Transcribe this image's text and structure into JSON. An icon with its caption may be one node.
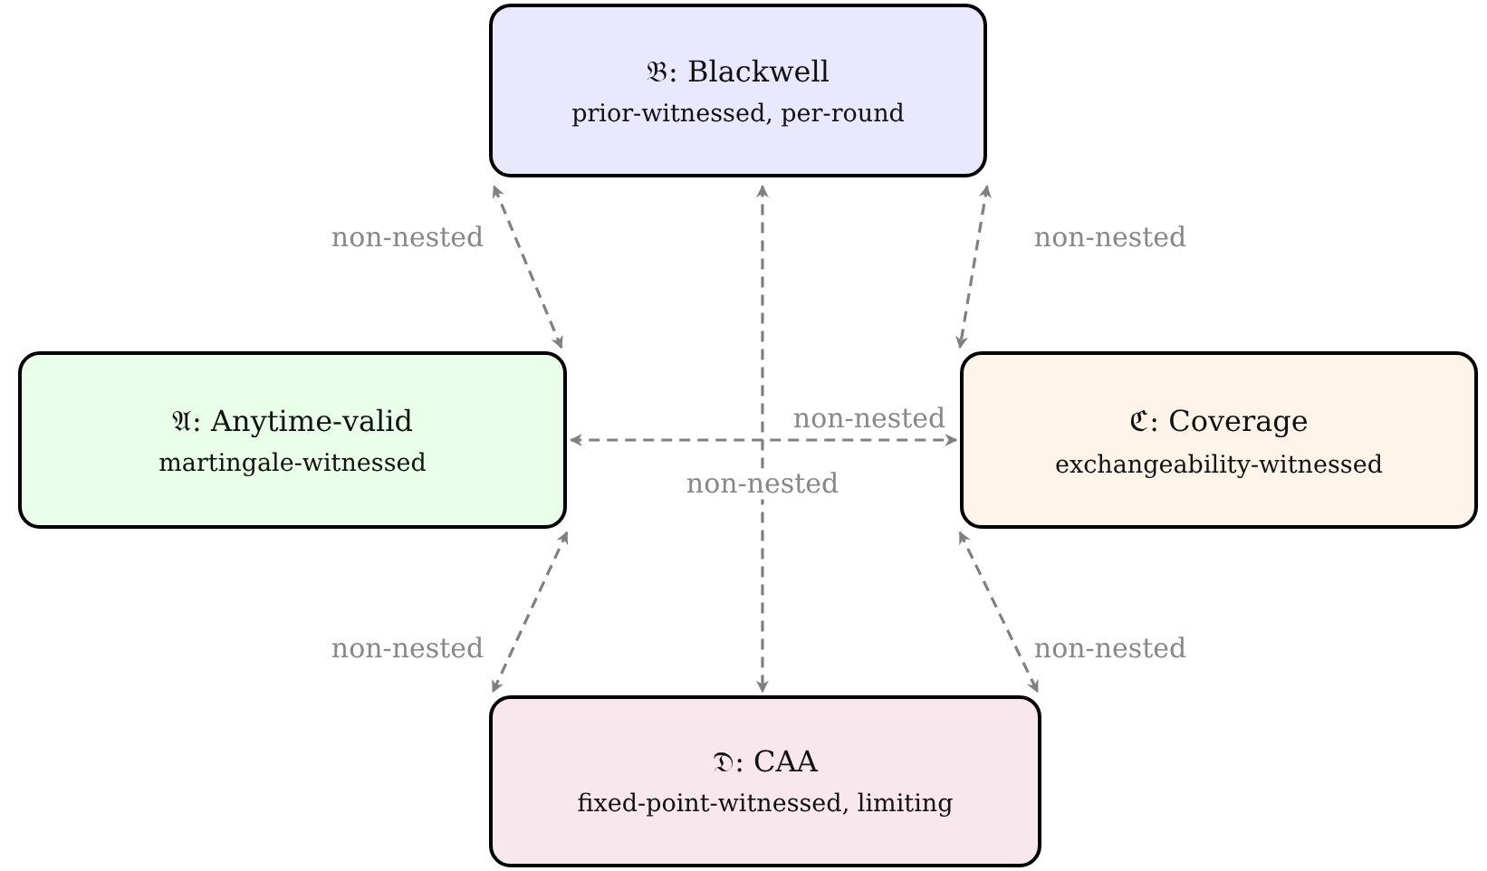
{
  "diagram": {
    "nodes": [
      {
        "text": [
          "𝔅: Blackwell",
          "prior-witnessed, per-round"
        ]
      },
      {
        "text": [
          "𝔄: Anytime-valid",
          "martingale-witnessed"
        ]
      },
      {
        "text": [
          "ℭ: Coverage",
          "exchangeability-witnessed"
        ]
      },
      {
        "text": [
          "𝔇: CAA",
          "fixed-point-witnessed, limiting"
        ]
      }
    ],
    "edges": [
      {
        "from": 1,
        "to": 0,
        "arrow": "both",
        "style": "dashed",
        "label": "non-nested"
      },
      {
        "from": 0,
        "to": 2,
        "arrow": "both",
        "style": "dashed",
        "label": "non-nested"
      },
      {
        "from": 1,
        "to": 2,
        "arrow": "both",
        "style": "dashed",
        "label": "non-nested"
      },
      {
        "from": 0,
        "to": 3,
        "arrow": "both",
        "style": "dashed",
        "label": "non-nested"
      },
      {
        "from": 1,
        "to": 3,
        "arrow": "both",
        "style": "dashed",
        "label": "non-nested"
      },
      {
        "from": 2,
        "to": 3,
        "arrow": "both",
        "style": "dashed",
        "label": "non-nested"
      }
    ]
  }
}
